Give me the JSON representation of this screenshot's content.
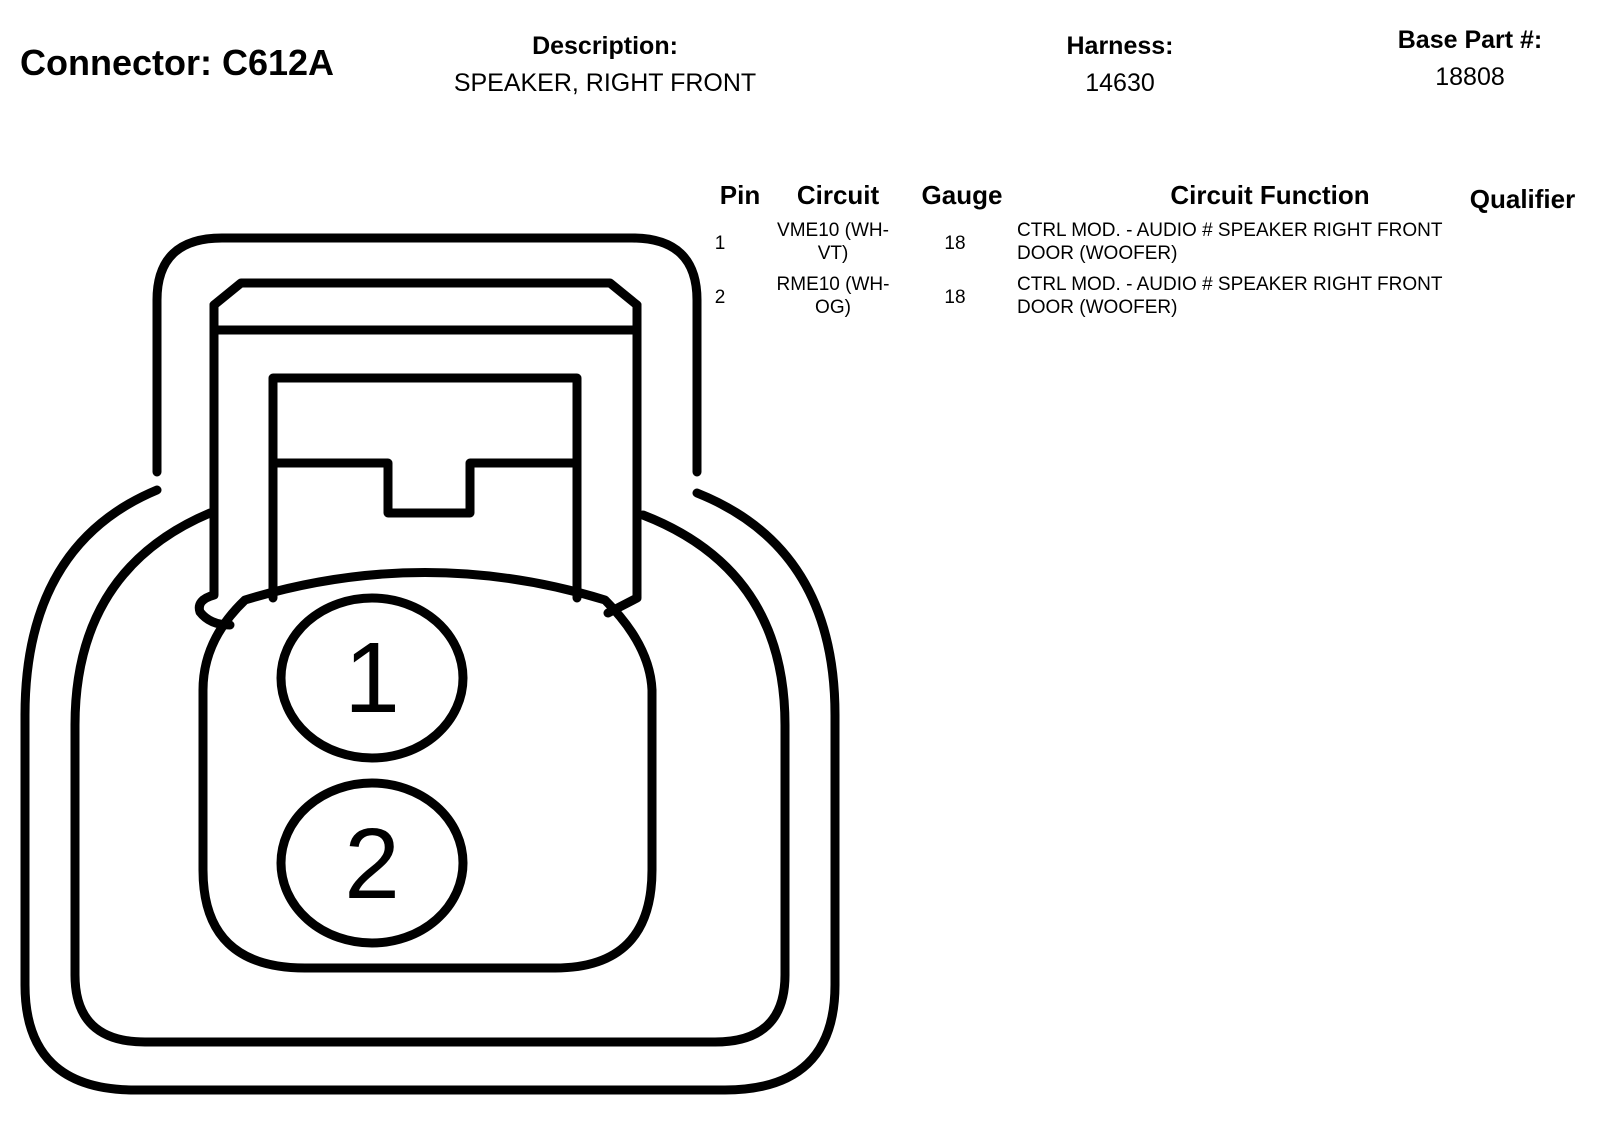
{
  "header": {
    "connector_label": "Connector: C612A",
    "description_label": "Description:",
    "description_value": "SPEAKER, RIGHT FRONT",
    "harness_label": "Harness:",
    "harness_value": "14630",
    "base_part_label": "Base Part #:",
    "base_part_value": "18808"
  },
  "table": {
    "columns": [
      "Pin",
      "Circuit",
      "Gauge",
      "Circuit Function",
      "Qualifier"
    ],
    "rows": [
      {
        "pin": "1",
        "circuit_line1": "VME10 (WH-",
        "circuit_line2": "VT)",
        "gauge": "18",
        "function_line1": "CTRL MOD. - AUDIO # SPEAKER RIGHT FRONT",
        "function_line2": "DOOR (WOOFER)",
        "qualifier": ""
      },
      {
        "pin": "2",
        "circuit_line1": "RME10 (WH-",
        "circuit_line2": "OG)",
        "gauge": "18",
        "function_line1": "CTRL MOD. - AUDIO # SPEAKER RIGHT FRONT",
        "function_line2": "DOOR (WOOFER)",
        "qualifier": ""
      }
    ]
  },
  "diagram": {
    "pin_labels": [
      "1",
      "2"
    ]
  }
}
